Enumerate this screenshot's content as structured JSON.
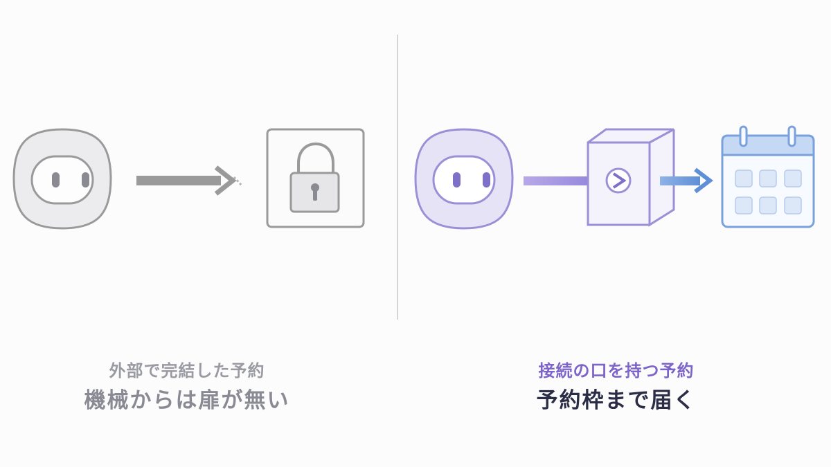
{
  "colors": {
    "left_stroke": "#9a9a9a",
    "left_fill": "#ececee",
    "arrow_grey": "#9a9a9a",
    "purple": "#9b8fd6",
    "purple_fill": "#e6e3f6",
    "blue": "#6f9ad6",
    "blue_fill": "#dfe9f8"
  },
  "left": {
    "subtitle": "外部で完結した予約",
    "title": "機械からは扉が無い",
    "icons": [
      "robot-icon",
      "arrow-right-icon",
      "lock-icon"
    ]
  },
  "right": {
    "subtitle": "接続の口を持つ予約",
    "title": "予約枠まで届く",
    "icons": [
      "robot-icon",
      "arrow-right-icon",
      "box-icon",
      "arrow-right-icon",
      "calendar-icon"
    ]
  }
}
